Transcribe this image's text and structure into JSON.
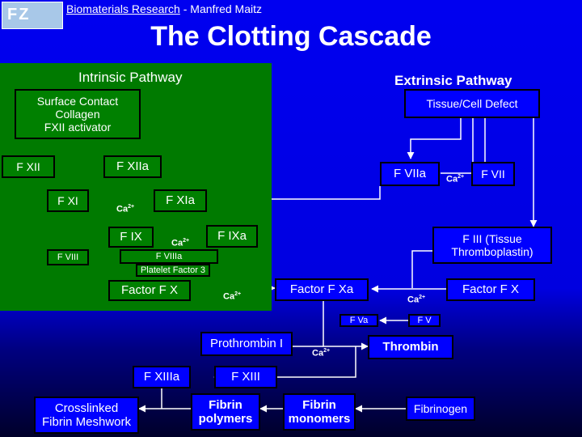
{
  "header": {
    "org": "Biomaterials Research",
    "separator": " - ",
    "author": "Manfred Maitz",
    "logo_text": "FZ"
  },
  "title": "The Clotting Cascade",
  "intrinsic_label": "Intrinsic Pathway",
  "extrinsic_label": "Extrinsic Pathway",
  "nodes": {
    "surface": [
      "Surface Contact",
      "Collagen",
      "FXII activator"
    ],
    "tissue": "Tissue/Cell Defect",
    "fxii": "F XII",
    "fxiia": "F XIIa",
    "fviia": "F VIIa",
    "fvii": "F VII",
    "fxi": "F XI",
    "fxia": "F XIa",
    "fix": "F IX",
    "fixa": "F IXa",
    "fiii": [
      "F III (Tissue",
      "Thromboplastin)"
    ],
    "fviii": "F VIII",
    "fviiia": "F VIIIa",
    "pf3": "Platelet Factor 3",
    "fx_left": "Factor F X",
    "fxa": "Factor F Xa",
    "fx_right": "Factor F X",
    "fva": "F Va",
    "fv": "F V",
    "prothrombin": "Prothrombin I",
    "thrombin": "Thrombin",
    "fxiiia": "F XIIIa",
    "fxiii": "F XIII",
    "crosslinked": [
      "Crosslinked",
      "Fibrin Meshwork"
    ],
    "fibrin_poly": [
      "Fibrin",
      "polymers"
    ],
    "fibrin_mono": [
      "Fibrin",
      "monomers"
    ],
    "fibrinogen": "Fibrinogen"
  },
  "ca_label": "Ca",
  "ca_charge": "2+",
  "colors": {
    "box": "#0000ff",
    "intrinsic_panel": "#007a00",
    "line": "#ffffff"
  }
}
